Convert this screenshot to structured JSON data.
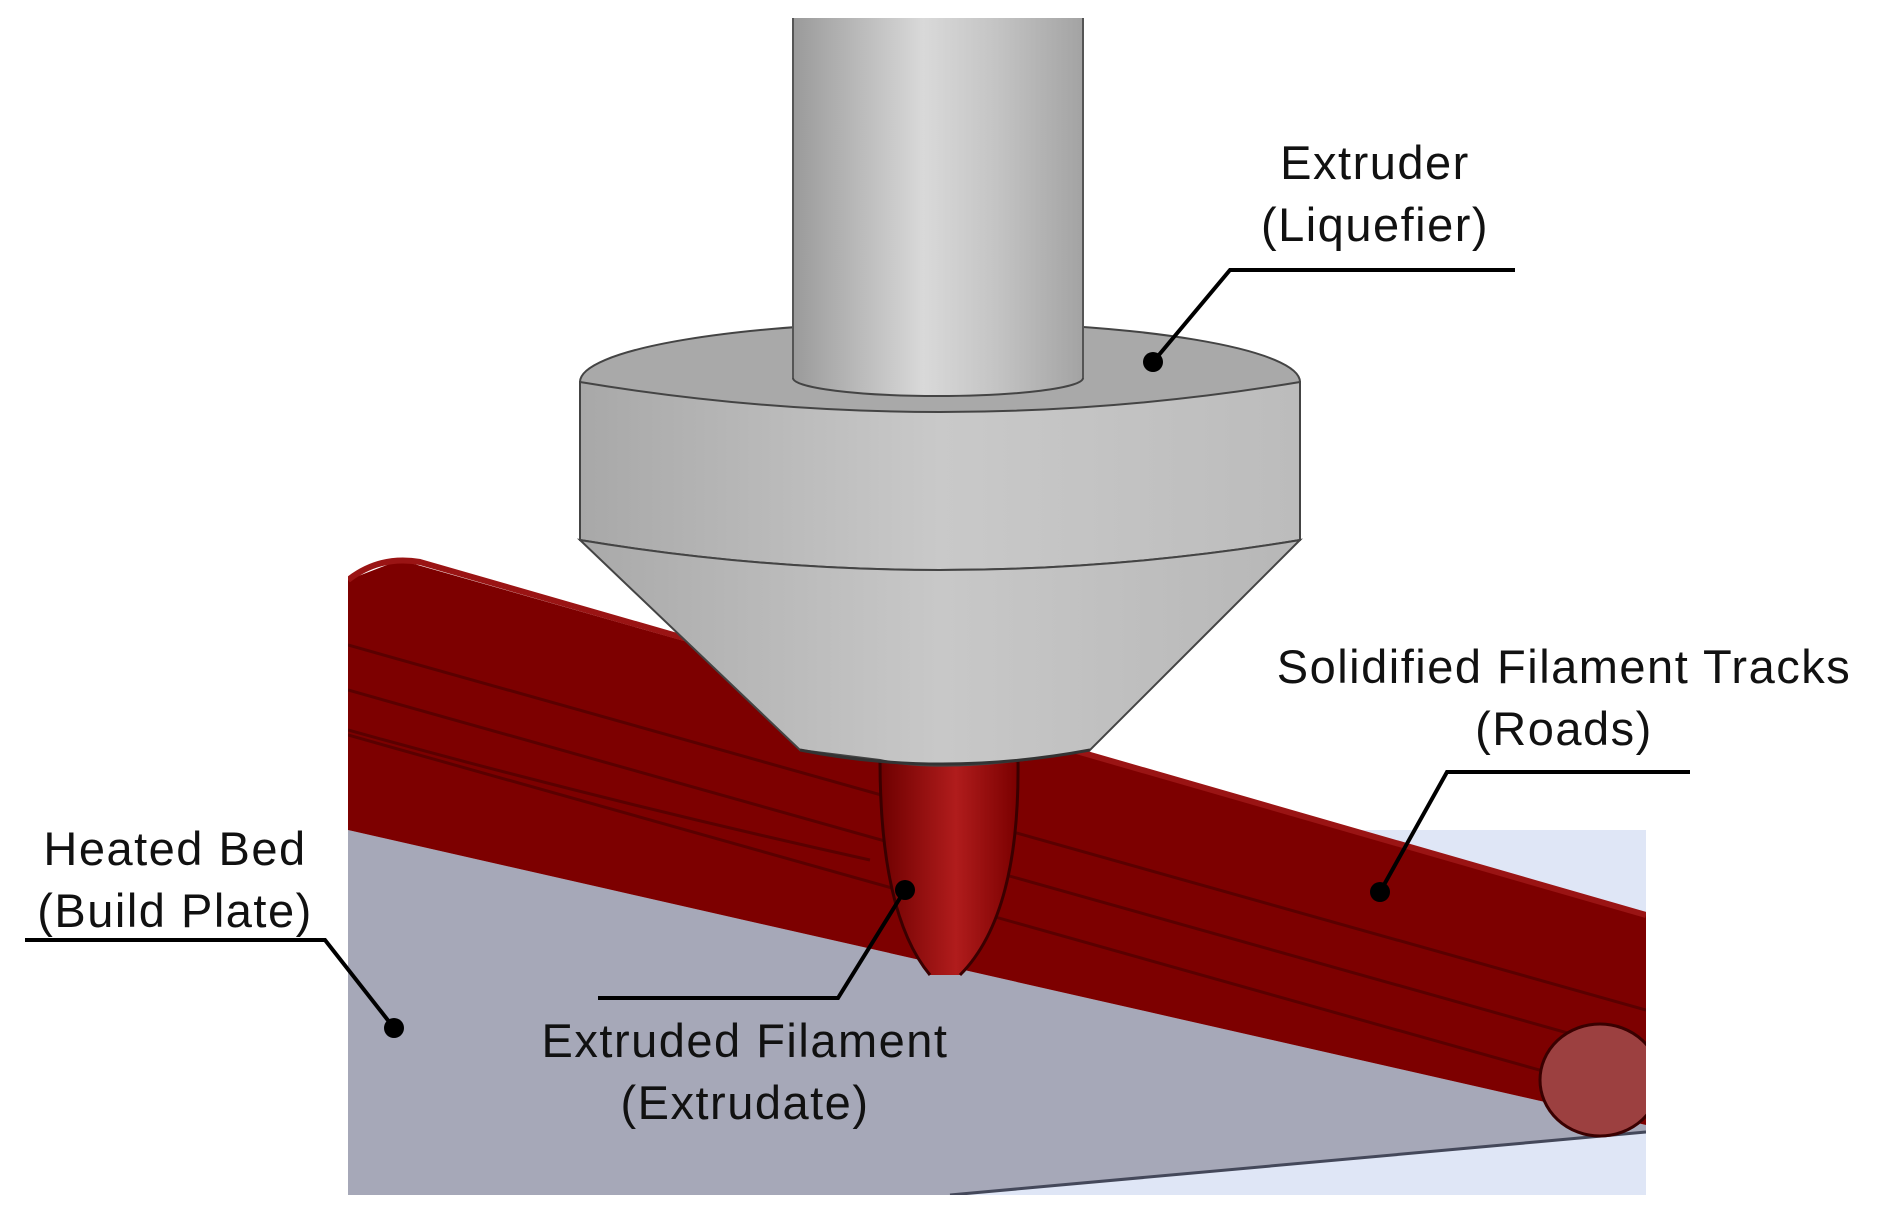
{
  "figure": {
    "colors": {
      "background": "#ffffff",
      "build_plate": "#a6a8b8",
      "build_plate_edge": "#dfe6f6",
      "filament": "#7d0000",
      "filament_highlight": "#9a1414",
      "filament_cross_section": "#9c4040",
      "extruder_metal": "#bdbdbd",
      "extruder_shadow": "#8e8e8e",
      "leader_line": "#000000"
    },
    "icons": [
      "extruder-nozzle",
      "filament-road",
      "build-plate"
    ],
    "labels": {
      "extruder": {
        "line1": "Extruder",
        "line2": "(Liquefier)"
      },
      "roads": {
        "line1": "Solidified Filament Tracks",
        "line2": "(Roads)"
      },
      "bed": {
        "line1": "Heated Bed",
        "line2": "(Build Plate)"
      },
      "extrudate": {
        "line1": "Extruded Filament",
        "line2": "(Extrudate)"
      }
    }
  }
}
